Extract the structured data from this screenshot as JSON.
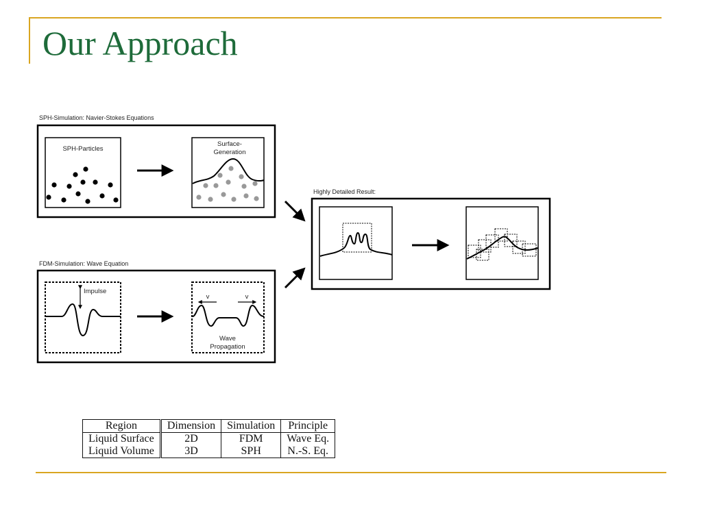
{
  "slide": {
    "title": "Our Approach"
  },
  "diagram": {
    "sph": {
      "caption": "SPH-Simulation: Navier-Stokes Equations",
      "particles_label": "SPH-Particles",
      "surface_label_line1": "Surface-",
      "surface_label_line2": "Generation"
    },
    "fdm": {
      "caption": "FDM-Simulation: Wave Equation",
      "impulse_label": "Impulse",
      "velocity_left": "v",
      "velocity_right": "v",
      "wave_label_line1": "Wave",
      "wave_label_line2": "Propagation"
    },
    "result": {
      "caption": "Highly Detailed Result:"
    }
  },
  "table": {
    "headers": [
      "Region",
      "Dimension",
      "Simulation",
      "Principle"
    ],
    "rows": [
      [
        "Liquid Surface",
        "2D",
        "FDM",
        "Wave Eq."
      ],
      [
        "Liquid Volume",
        "3D",
        "SPH",
        "N.-S. Eq."
      ]
    ]
  },
  "colors": {
    "title": "#1e6b3a",
    "rule": "#d9a520",
    "particle_dark": "#000000",
    "particle_light": "#999999"
  }
}
